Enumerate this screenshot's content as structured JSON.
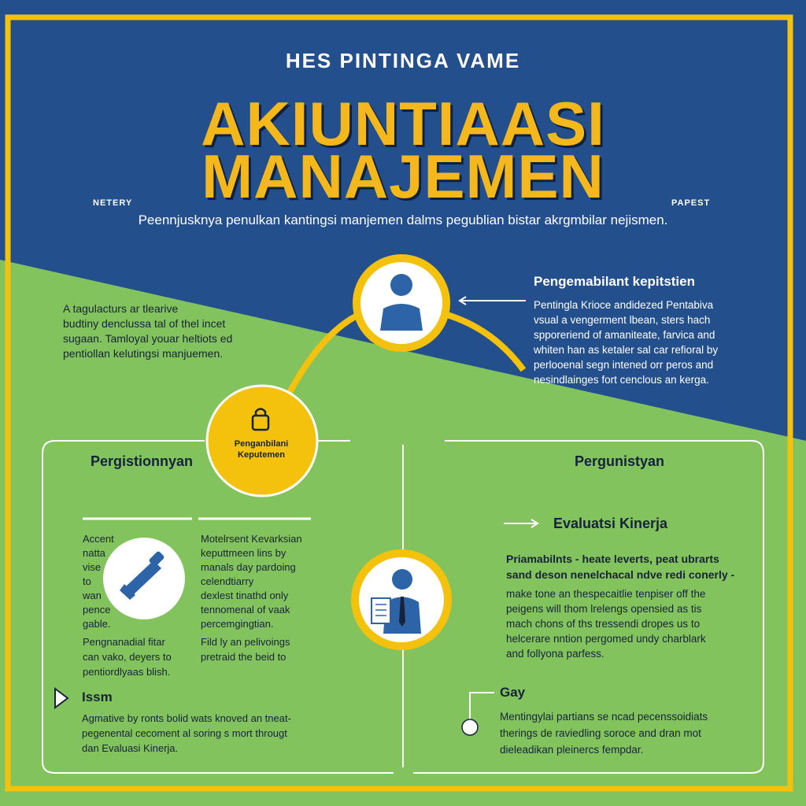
{
  "header": {
    "supertitle": "HES PINTINGA VAME",
    "title_line1": "AKIUNTIAASI",
    "title_line2": "MANAJEMEN",
    "tag_left": "NETERY",
    "tag_right": "PAPEST",
    "subtitle": "Peennjusknya penulkan kantingsi manjemen dalms pegublian bistar akrgmbilar nejismen."
  },
  "left_intro": {
    "lines": [
      "A tagulacturs ar tlearive",
      "budtiny denclussa tal of thel incet",
      "sugaan. Tamloyal youar heltiots ed",
      "pentiollan kelutingsi manjuemen."
    ]
  },
  "right_intro": {
    "title": "Pengemabilant kepitstien",
    "lines": [
      "Pentingla Krioce andidezed Pentabiva",
      "vsual a vengerment lbean, sters hach",
      "spporeriend of amaniteate, farvica and",
      "whiten han as ketaler sal car refioral by",
      "perlooenal segn intened orr peros and",
      "nesindlainges fort cenclous an kerga."
    ]
  },
  "center_circle": {
    "label_line1": "Penganbilani",
    "label_line2": "Keputemen"
  },
  "left_panel": {
    "title": "Pergistionnyan",
    "col1_lines": [
      "Accent",
      "natta",
      "vise",
      "to",
      "wan",
      "pence",
      "gable."
    ],
    "col1_bottom": [
      "Pengnanadial fitar",
      "can vako, deyers to",
      "pentiordlyaas blish."
    ],
    "col2_lines": [
      "Motelrsent Kevarksian",
      "keputtmeen lins by",
      "manals day pardoing",
      "celendtiarry",
      "dexlest tinathd only",
      "tennomenal of vaak",
      "percemgingtian."
    ],
    "col2_bottom": [
      "Fild ly an pelivoings",
      "pretraid the beid to"
    ],
    "sub_title": "Issm",
    "sub_lines": [
      "Agmative by ronts bolid wats knoved an tneat-",
      "pegenental cecoment al soring s mort througt",
      "dan Evaluasi Kinerja."
    ]
  },
  "right_panel": {
    "title": "Pergunistyan",
    "eval_title": "Evaluatsi Kinerja",
    "bold_lines": [
      "Priamabilnts - heate leverts, peat ubrarts",
      "sand deson nenelchacal ndve redi conerly -"
    ],
    "lines": [
      "make tone an thespecaitlie tenpiser off the",
      "peigens will thom lrelengs opensied as tis",
      "mach chons of ths tressendi dropes us to",
      "helcerare nntion pergomed undy charblark",
      "and follyona parfess."
    ],
    "sub_title": "Gay",
    "sub_lines": [
      "Mentingylai partians se ncad pecenssoidiats",
      "therings de raviedling soroce and dran mot",
      "dieleadikan pleinercs fempdar."
    ]
  },
  "icons": [
    "person-icon",
    "lock-icon",
    "tools-icon",
    "businessman-document-icon",
    "arrow-icon"
  ],
  "colors": {
    "blue": "#234f8c",
    "green": "#83c35d",
    "yellow": "#f4c20d",
    "title_yellow": "#f5b81c",
    "dark": "#16233a"
  }
}
